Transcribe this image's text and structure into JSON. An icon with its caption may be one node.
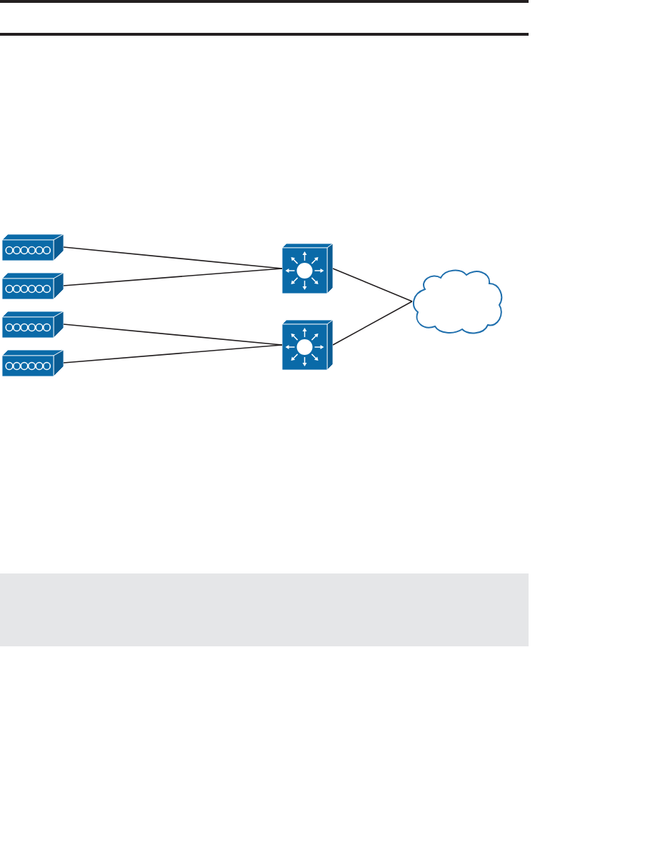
{
  "diagram": {
    "nodes": [
      {
        "text": [],
        "shape": "box"
      },
      {
        "text": [],
        "shape": "box"
      },
      {
        "text": [],
        "shape": "box"
      },
      {
        "text": [],
        "shape": "box"
      },
      {
        "text": [],
        "shape": "box"
      },
      {
        "text": [],
        "shape": "box"
      },
      {
        "text": [],
        "shape": "cloud"
      }
    ],
    "edges": [
      {
        "from": 0,
        "to": 4,
        "arrow": "none"
      },
      {
        "from": 1,
        "to": 4,
        "arrow": "none"
      },
      {
        "from": 2,
        "to": 5,
        "arrow": "none"
      },
      {
        "from": 3,
        "to": 5,
        "arrow": "none"
      },
      {
        "from": 4,
        "to": 6,
        "arrow": "none"
      },
      {
        "from": 5,
        "to": 6,
        "arrow": "none"
      }
    ]
  }
}
